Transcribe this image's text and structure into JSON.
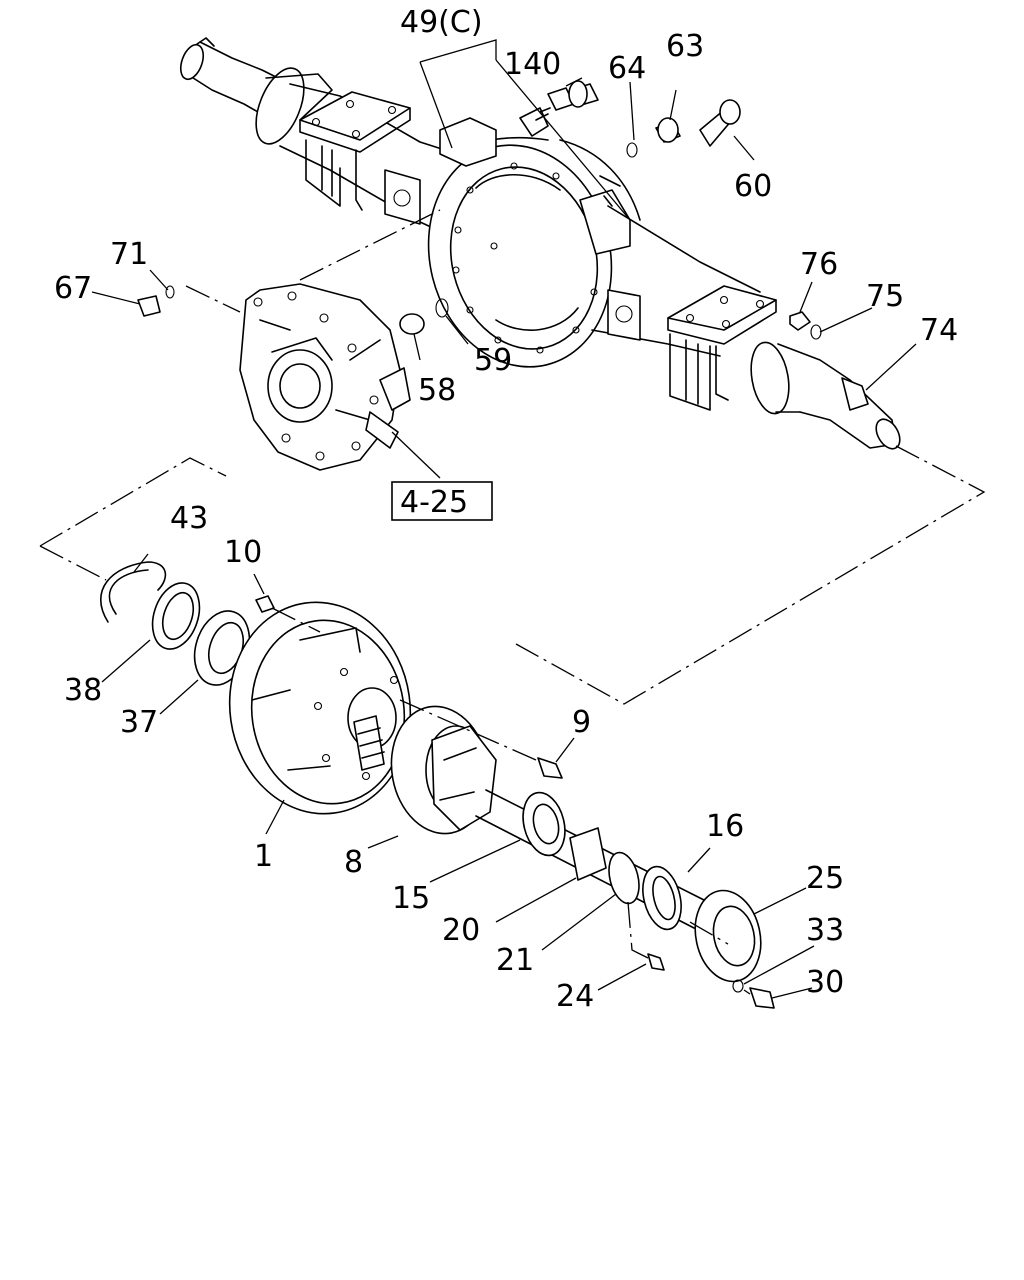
{
  "diagram": {
    "callouts": {
      "c49": "49(C)",
      "c140": "140",
      "c64": "64",
      "c63": "63",
      "c60": "60",
      "c71": "71",
      "c67": "67",
      "c76": "76",
      "c75": "75",
      "c74": "74",
      "c58": "58",
      "c59": "59",
      "c425": "4-25",
      "c43": "43",
      "c10": "10",
      "c38": "38",
      "c37": "37",
      "c9": "9",
      "c1": "1",
      "c8": "8",
      "c16": "16",
      "c15": "15",
      "c25": "25",
      "c20": "20",
      "c33": "33",
      "c21": "21",
      "c30": "30",
      "c24": "24"
    }
  }
}
